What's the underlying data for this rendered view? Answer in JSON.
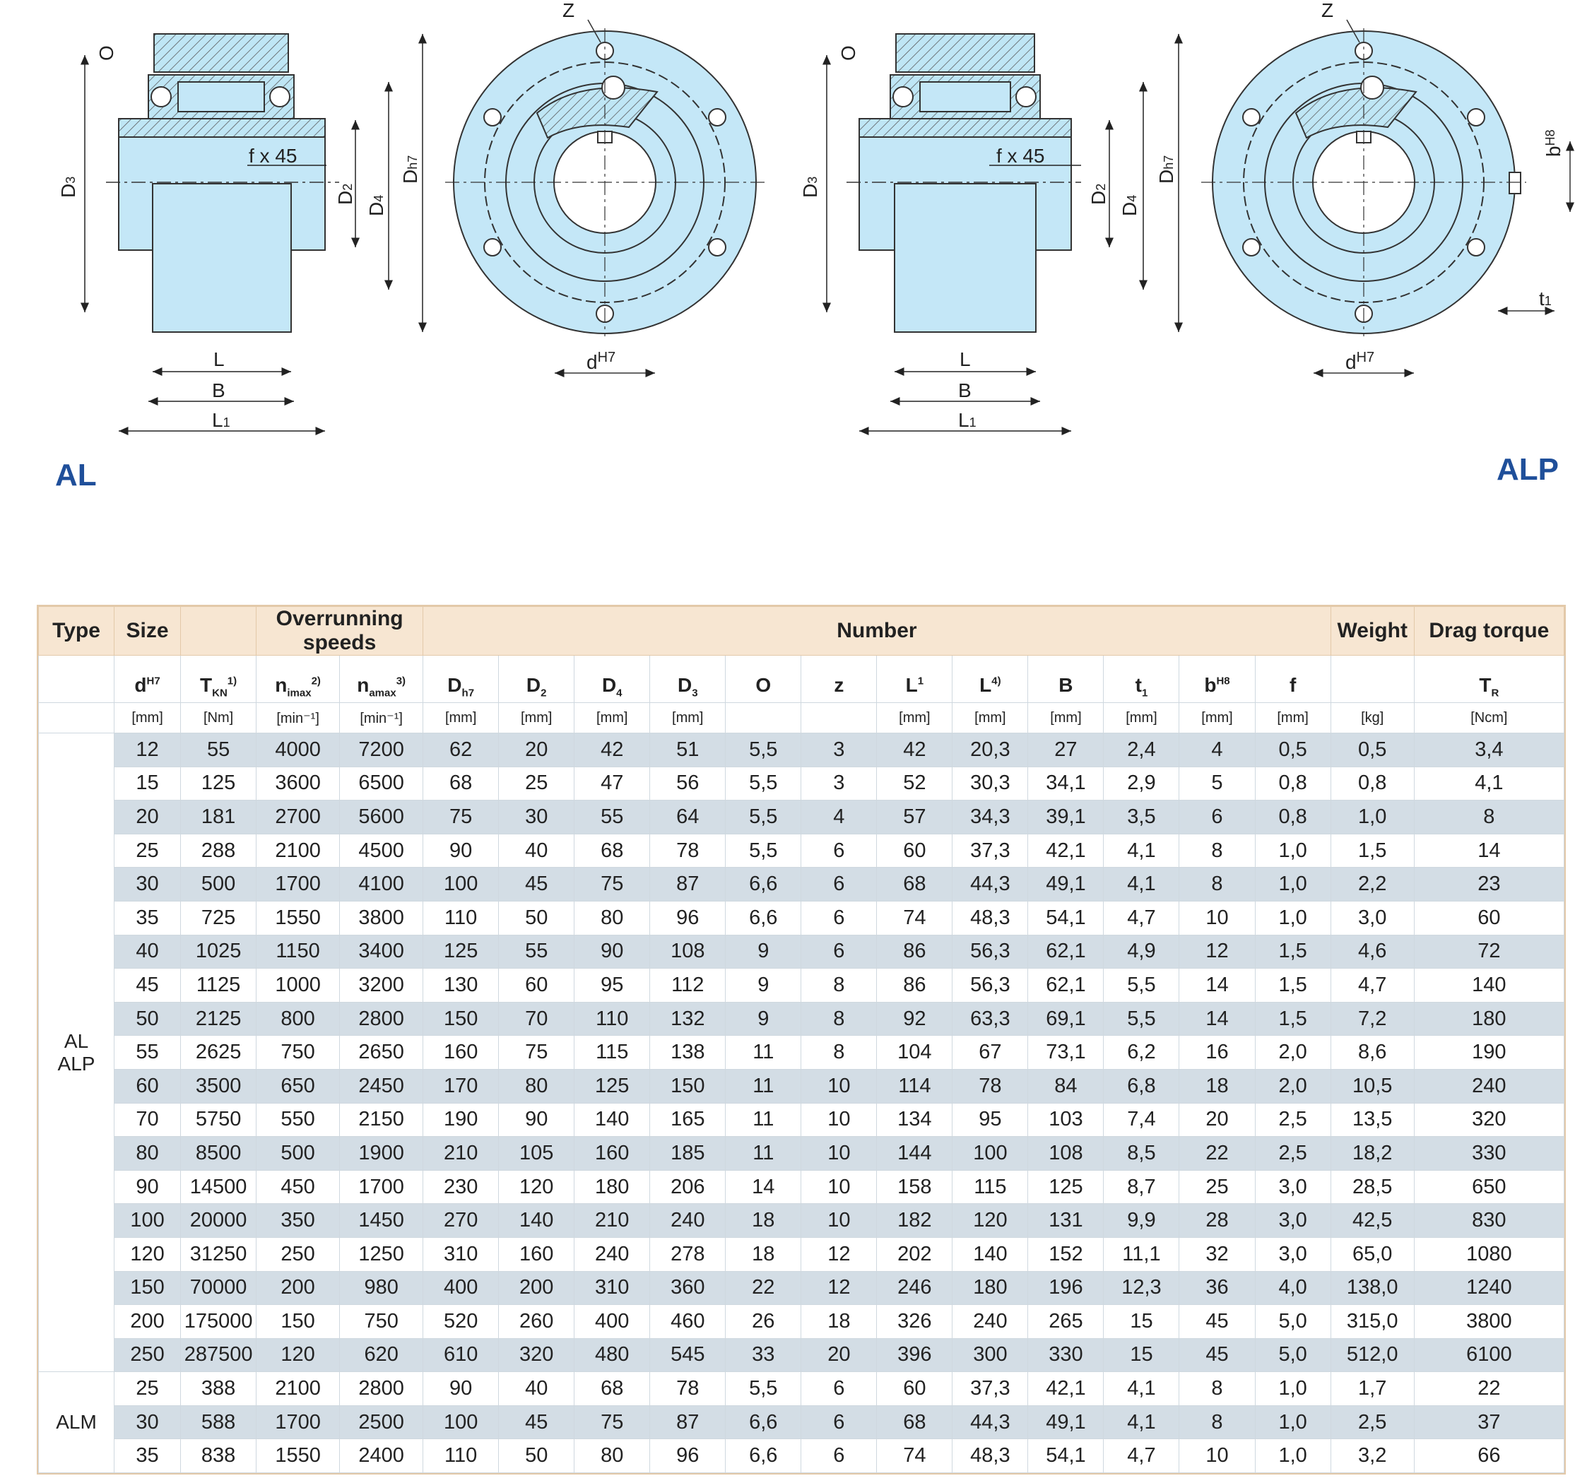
{
  "drawings": {
    "left_type": "AL",
    "right_type": "ALP",
    "dim_labels": {
      "O": "O",
      "D3": "D",
      "D3_sub": "3",
      "D2": "D",
      "D2_sub": "2",
      "D4": "D",
      "D4_sub": "4",
      "Dh7": "D",
      "Dh7_sub": "h7",
      "fx45": "f x 45",
      "L": "L",
      "B": "B",
      "L1": "L",
      "L1_sub": "1",
      "Z": "Z",
      "d": "d",
      "d_sup": "H7",
      "b": "b",
      "b_sup": "H8",
      "t1": "t",
      "t1_sub": "1"
    }
  },
  "table": {
    "group_headers": {
      "type": "Type",
      "size": "Size",
      "overrunning": "Overrunning speeds",
      "number": "Number",
      "weight": "Weight",
      "drag": "Drag torque"
    },
    "columns": [
      {
        "sym": "d",
        "sup": "H7",
        "sub": "",
        "unit": "[mm]"
      },
      {
        "sym": "T",
        "sup": "1)",
        "sub": "KN",
        "unit": "[Nm]"
      },
      {
        "sym": "n",
        "sup": "2)",
        "sub": "imax",
        "unit": "[min⁻¹]"
      },
      {
        "sym": "n",
        "sup": "3)",
        "sub": "amax",
        "unit": "[min⁻¹]"
      },
      {
        "sym": "D",
        "sup": "",
        "sub": "h7",
        "unit": "[mm]"
      },
      {
        "sym": "D",
        "sup": "",
        "sub": "2",
        "unit": "[mm]"
      },
      {
        "sym": "D",
        "sup": "",
        "sub": "4",
        "unit": "[mm]"
      },
      {
        "sym": "D",
        "sup": "",
        "sub": "3",
        "unit": "[mm]"
      },
      {
        "sym": "O",
        "sup": "",
        "sub": "",
        "unit": ""
      },
      {
        "sym": "z",
        "sup": "",
        "sub": "",
        "unit": ""
      },
      {
        "sym": "L",
        "sup": "1",
        "sub": "",
        "unit": "[mm]"
      },
      {
        "sym": "L",
        "sup": "4)",
        "sub": "",
        "unit": "[mm]"
      },
      {
        "sym": "B",
        "sup": "",
        "sub": "",
        "unit": "[mm]"
      },
      {
        "sym": "t",
        "sup": "",
        "sub": "1",
        "unit": "[mm]"
      },
      {
        "sym": "b",
        "sup": "H8",
        "sub": "",
        "unit": "[mm]"
      },
      {
        "sym": "f",
        "sup": "",
        "sub": "",
        "unit": "[mm]"
      },
      {
        "sym": "",
        "sup": "",
        "sub": "",
        "unit": "[kg]"
      },
      {
        "sym": "T",
        "sup": "",
        "sub": "R",
        "unit": "[Ncm]"
      }
    ],
    "groups": [
      {
        "type": "AL\nALP",
        "rows": [
          [
            "12",
            "55",
            "4000",
            "7200",
            "62",
            "20",
            "42",
            "51",
            "5,5",
            "3",
            "42",
            "20,3",
            "27",
            "2,4",
            "4",
            "0,5",
            "0,5",
            "3,4"
          ],
          [
            "15",
            "125",
            "3600",
            "6500",
            "68",
            "25",
            "47",
            "56",
            "5,5",
            "3",
            "52",
            "30,3",
            "34,1",
            "2,9",
            "5",
            "0,8",
            "0,8",
            "4,1"
          ],
          [
            "20",
            "181",
            "2700",
            "5600",
            "75",
            "30",
            "55",
            "64",
            "5,5",
            "4",
            "57",
            "34,3",
            "39,1",
            "3,5",
            "6",
            "0,8",
            "1,0",
            "8"
          ],
          [
            "25",
            "288",
            "2100",
            "4500",
            "90",
            "40",
            "68",
            "78",
            "5,5",
            "6",
            "60",
            "37,3",
            "42,1",
            "4,1",
            "8",
            "1,0",
            "1,5",
            "14"
          ],
          [
            "30",
            "500",
            "1700",
            "4100",
            "100",
            "45",
            "75",
            "87",
            "6,6",
            "6",
            "68",
            "44,3",
            "49,1",
            "4,1",
            "8",
            "1,0",
            "2,2",
            "23"
          ],
          [
            "35",
            "725",
            "1550",
            "3800",
            "110",
            "50",
            "80",
            "96",
            "6,6",
            "6",
            "74",
            "48,3",
            "54,1",
            "4,7",
            "10",
            "1,0",
            "3,0",
            "60"
          ],
          [
            "40",
            "1025",
            "1150",
            "3400",
            "125",
            "55",
            "90",
            "108",
            "9",
            "6",
            "86",
            "56,3",
            "62,1",
            "4,9",
            "12",
            "1,5",
            "4,6",
            "72"
          ],
          [
            "45",
            "1125",
            "1000",
            "3200",
            "130",
            "60",
            "95",
            "112",
            "9",
            "8",
            "86",
            "56,3",
            "62,1",
            "5,5",
            "14",
            "1,5",
            "4,7",
            "140"
          ],
          [
            "50",
            "2125",
            "800",
            "2800",
            "150",
            "70",
            "110",
            "132",
            "9",
            "8",
            "92",
            "63,3",
            "69,1",
            "5,5",
            "14",
            "1,5",
            "7,2",
            "180"
          ],
          [
            "55",
            "2625",
            "750",
            "2650",
            "160",
            "75",
            "115",
            "138",
            "11",
            "8",
            "104",
            "67",
            "73,1",
            "6,2",
            "16",
            "2,0",
            "8,6",
            "190"
          ],
          [
            "60",
            "3500",
            "650",
            "2450",
            "170",
            "80",
            "125",
            "150",
            "11",
            "10",
            "114",
            "78",
            "84",
            "6,8",
            "18",
            "2,0",
            "10,5",
            "240"
          ],
          [
            "70",
            "5750",
            "550",
            "2150",
            "190",
            "90",
            "140",
            "165",
            "11",
            "10",
            "134",
            "95",
            "103",
            "7,4",
            "20",
            "2,5",
            "13,5",
            "320"
          ],
          [
            "80",
            "8500",
            "500",
            "1900",
            "210",
            "105",
            "160",
            "185",
            "11",
            "10",
            "144",
            "100",
            "108",
            "8,5",
            "22",
            "2,5",
            "18,2",
            "330"
          ],
          [
            "90",
            "14500",
            "450",
            "1700",
            "230",
            "120",
            "180",
            "206",
            "14",
            "10",
            "158",
            "115",
            "125",
            "8,7",
            "25",
            "3,0",
            "28,5",
            "650"
          ],
          [
            "100",
            "20000",
            "350",
            "1450",
            "270",
            "140",
            "210",
            "240",
            "18",
            "10",
            "182",
            "120",
            "131",
            "9,9",
            "28",
            "3,0",
            "42,5",
            "830"
          ],
          [
            "120",
            "31250",
            "250",
            "1250",
            "310",
            "160",
            "240",
            "278",
            "18",
            "12",
            "202",
            "140",
            "152",
            "11,1",
            "32",
            "3,0",
            "65,0",
            "1080"
          ],
          [
            "150",
            "70000",
            "200",
            "980",
            "400",
            "200",
            "310",
            "360",
            "22",
            "12",
            "246",
            "180",
            "196",
            "12,3",
            "36",
            "4,0",
            "138,0",
            "1240"
          ],
          [
            "200",
            "175000",
            "150",
            "750",
            "520",
            "260",
            "400",
            "460",
            "26",
            "18",
            "326",
            "240",
            "265",
            "15",
            "45",
            "5,0",
            "315,0",
            "3800"
          ],
          [
            "250",
            "287500",
            "120",
            "620",
            "610",
            "320",
            "480",
            "545",
            "33",
            "20",
            "396",
            "300",
            "330",
            "15",
            "45",
            "5,0",
            "512,0",
            "6100"
          ]
        ]
      },
      {
        "type": "ALM",
        "rows": [
          [
            "25",
            "388",
            "2100",
            "2800",
            "90",
            "40",
            "68",
            "78",
            "5,5",
            "6",
            "60",
            "37,3",
            "42,1",
            "4,1",
            "8",
            "1,0",
            "1,7",
            "22"
          ],
          [
            "30",
            "588",
            "1700",
            "2500",
            "100",
            "45",
            "75",
            "87",
            "6,6",
            "6",
            "68",
            "44,3",
            "49,1",
            "4,1",
            "8",
            "1,0",
            "2,5",
            "37"
          ],
          [
            "35",
            "838",
            "1550",
            "2400",
            "110",
            "50",
            "80",
            "96",
            "6,6",
            "6",
            "74",
            "48,3",
            "54,1",
            "4,7",
            "10",
            "1,0",
            "3,2",
            "66"
          ]
        ]
      }
    ]
  }
}
